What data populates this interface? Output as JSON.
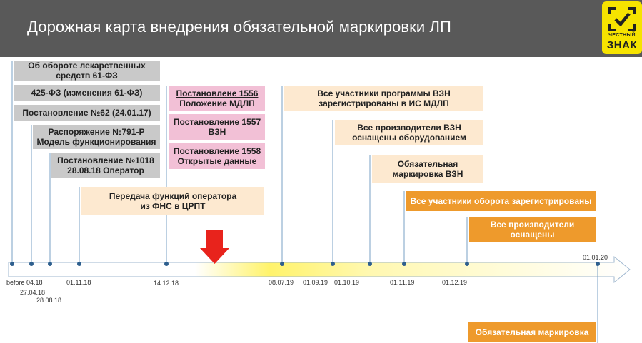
{
  "header": {
    "title": "Дорожная карта внедрения обязательной маркировки ЛП",
    "logo_small": "ЧЕСТНЫЙ",
    "logo_big": "ЗНАК",
    "bg_color": "#595959"
  },
  "boxes": {
    "law61": {
      "line1": "Об обороте лекарственных",
      "line2": "средств 61-ФЗ"
    },
    "law425": "425-ФЗ (изменения 61-ФЗ)",
    "res62": "Постановление №62 (24.01.17)",
    "order791": {
      "line1": "Распоряжение  №791-Р",
      "line2": "Модель функционирования"
    },
    "res1018": {
      "line1": "Постановление №1018",
      "line2": "28.08.18 Оператор"
    },
    "transfer": {
      "line1": "Передача функций оператора",
      "line2": "из ФНС в ЦРПТ"
    },
    "res1556": {
      "line1": "Постановлене 1556",
      "line2": "Положение МДЛП"
    },
    "res1557": {
      "line1": "Постановление 1557",
      "line2": "ВЗН"
    },
    "res1558": {
      "line1": "Постановление 1558",
      "line2": "Открытые данные"
    },
    "vzn_registered": {
      "line1": "Все участники программы ВЗН",
      "line2": "зарегистрированы в ИС МДЛП"
    },
    "vzn_equipped": {
      "line1": "Все производители ВЗН",
      "line2": "оснащены оборудованием"
    },
    "vzn_mandatory": {
      "line1": "Обязательная",
      "line2": "маркировка ВЗН"
    },
    "all_registered": "Все участники оборота зарегистрированы",
    "all_equipped": {
      "line1": "Все производители",
      "line2": "оснащены"
    },
    "mandatory": "Обязательная маркировка"
  },
  "timeline": {
    "dates": {
      "before": "before 04.18",
      "d270418": "27.04.18",
      "d280818": "28.08.18",
      "d011118": "01.11.18",
      "d141218": "14.12.18",
      "d080719": "08.07.19",
      "d010919": "01.09.19",
      "d011019": "01.10.19",
      "d011119": "01.11.19",
      "d011219": "01.12.19",
      "d010120": "01.01.20"
    }
  },
  "colors": {
    "gray": "#c9c9c9",
    "pink": "#f2c0d6",
    "peach": "#fde9d0",
    "orange": "#ee9a2c",
    "arrow_red": "#e8231c",
    "axis_yellow": "#fff36b",
    "connector": "#7aa0c4"
  }
}
